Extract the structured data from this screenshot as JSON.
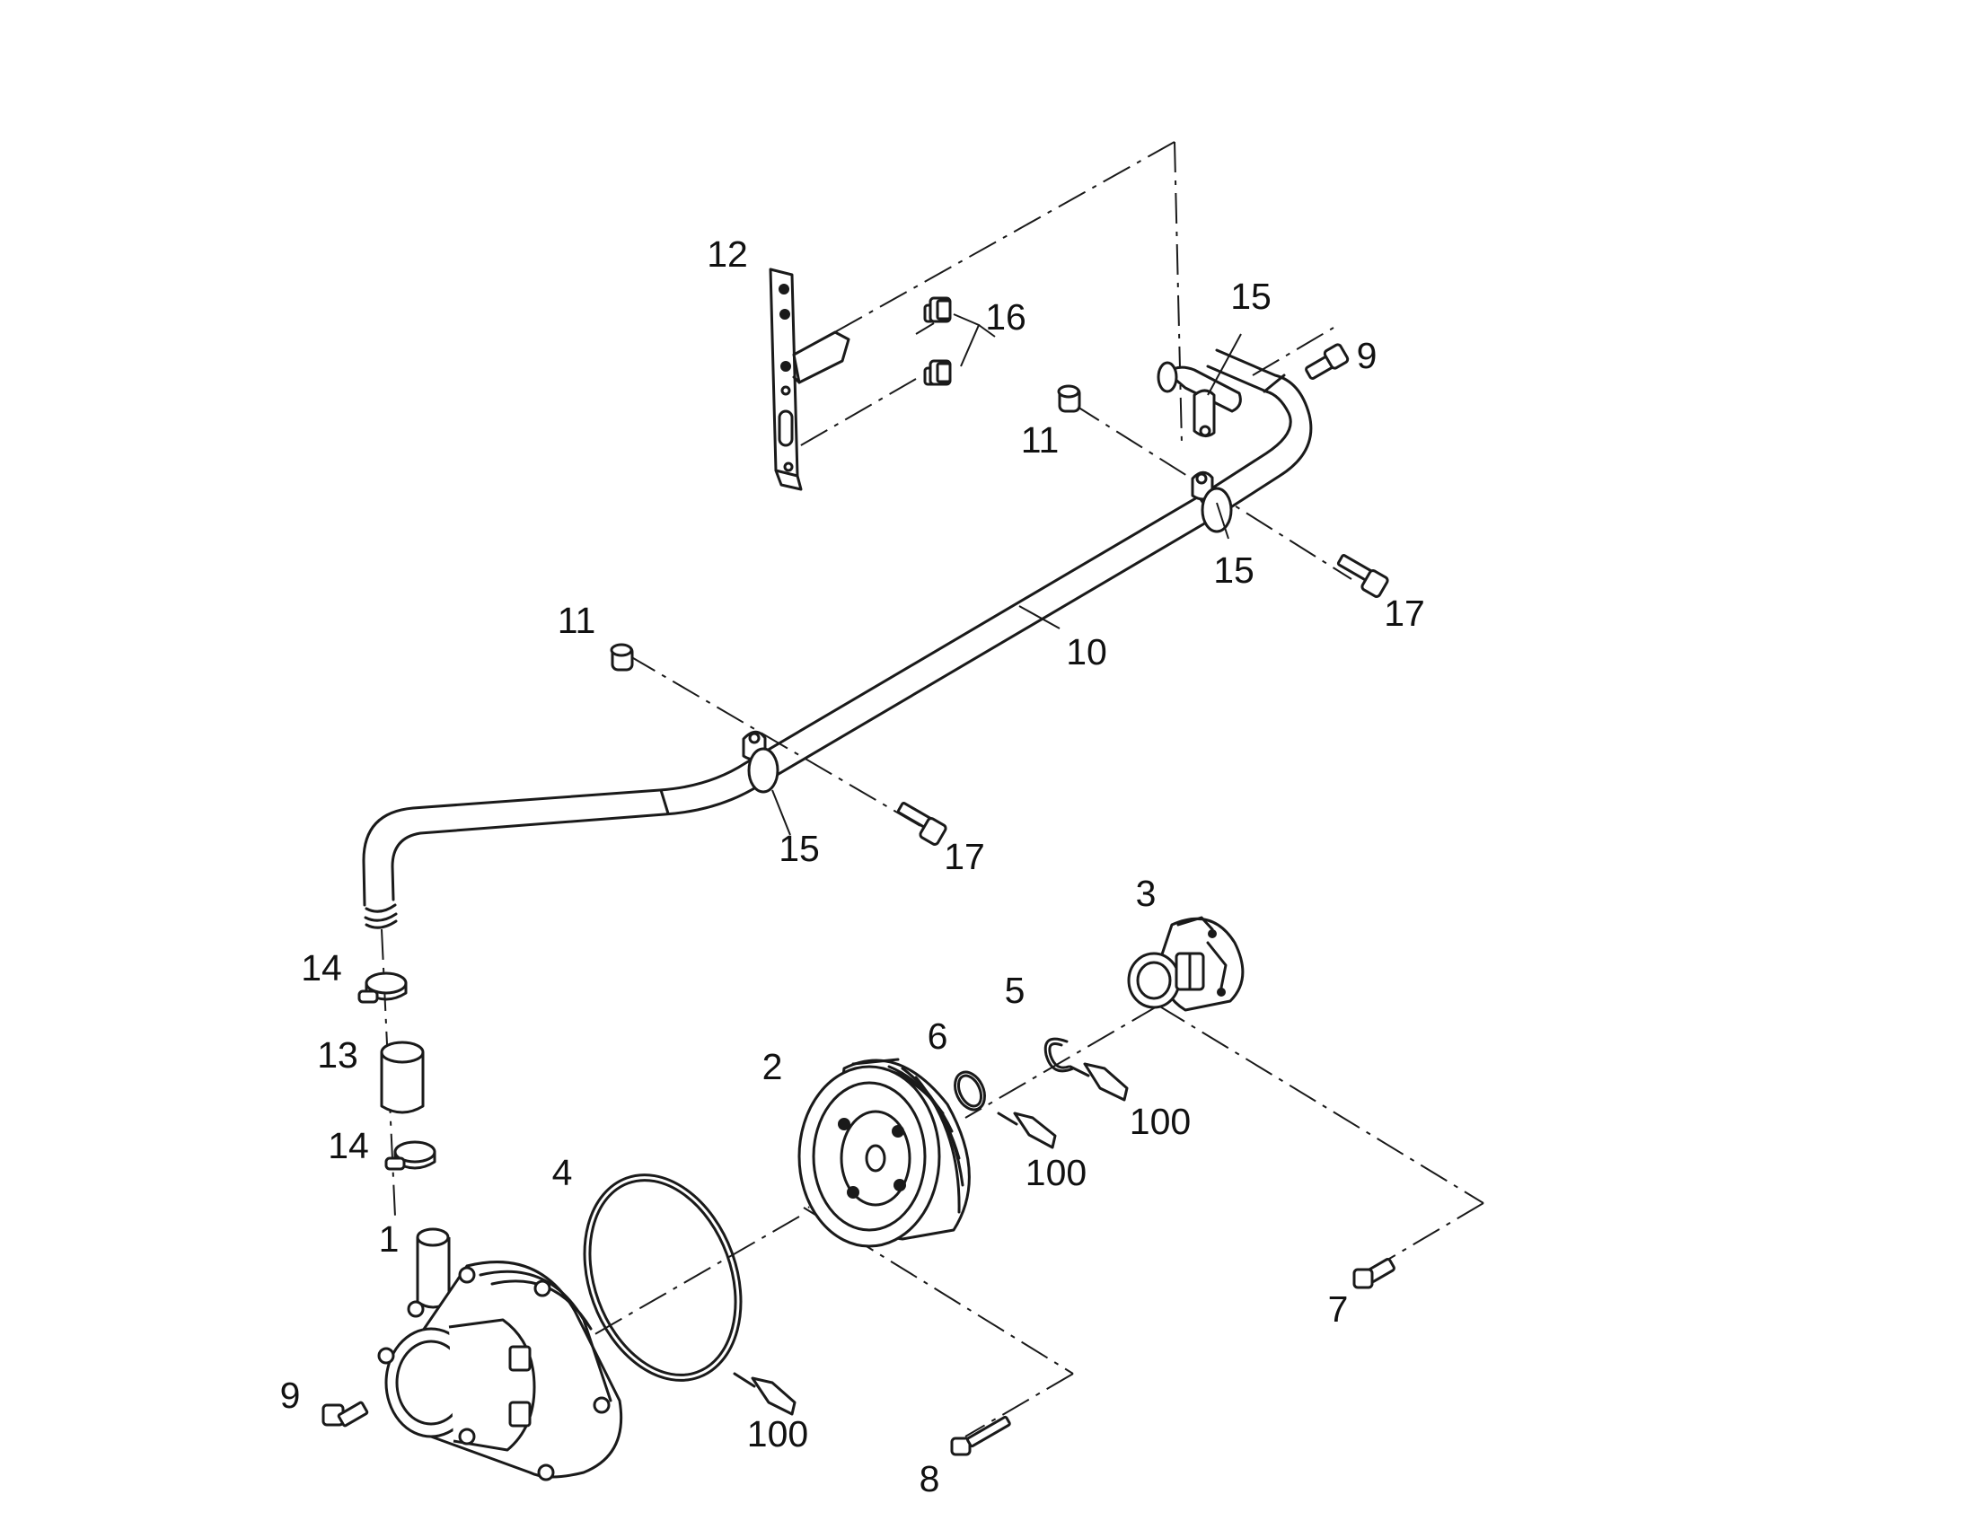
{
  "callouts": {
    "p1": "1",
    "p2": "2",
    "p3": "3",
    "p4": "4",
    "p5": "5",
    "p6": "6",
    "p7": "7",
    "p8": "8",
    "p9_top": "9",
    "p9_bottom": "9",
    "p10": "10",
    "p11_top": "11",
    "p11_mid": "11",
    "p12": "12",
    "p13": "13",
    "p14_top": "14",
    "p14_bottom": "14",
    "p15_top": "15",
    "p15_upper": "15",
    "p15_lower": "15",
    "p16": "16",
    "p17_top": "17",
    "p17_bottom": "17",
    "p100_a": "100",
    "p100_b": "100",
    "p100_c": "100"
  },
  "colors": {
    "ink": "#1a1a1a",
    "background": "#ffffff"
  }
}
